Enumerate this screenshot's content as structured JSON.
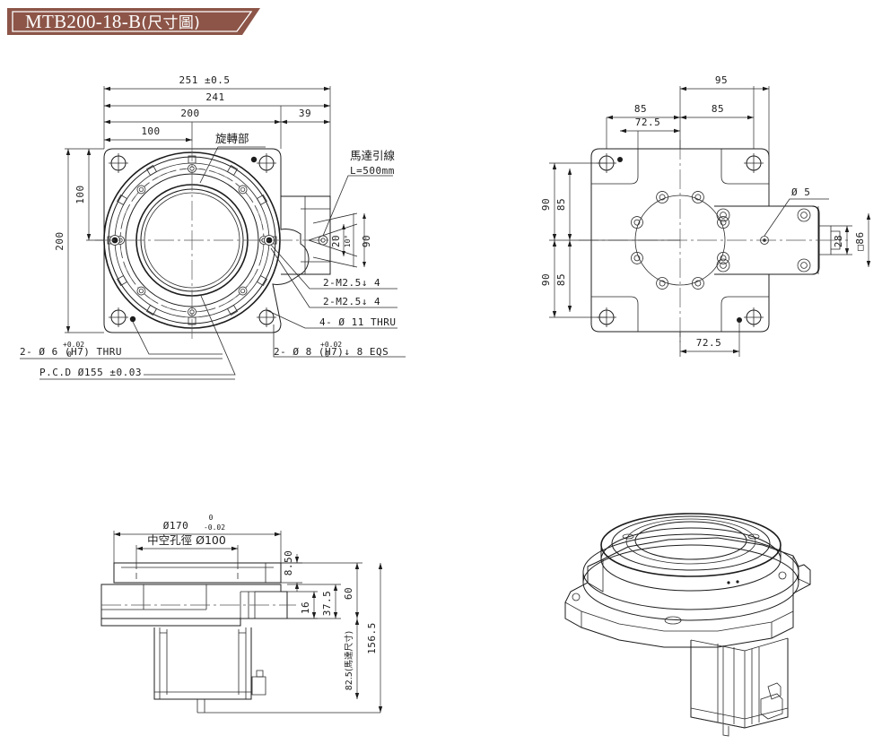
{
  "title": {
    "model": "MTB200-18-B",
    "suffix": "(尺寸圖)",
    "full": "MTB200-18-B(尺寸圖)",
    "banner_color": "#8c5548",
    "text_color": "#ffffff"
  },
  "views": {
    "top": {
      "name": "top-plan-view",
      "dimensions": {
        "overall_width_tol": "251 ±0.5",
        "width_241": "241",
        "width_200": "200",
        "width_100": "100",
        "width_39": "39",
        "height_200": "200",
        "height_100": "100",
        "motor_offset_20": "20",
        "motor_angle": "10°",
        "motor_height_90": "90"
      },
      "labels": {
        "rotating_part": "旋轉部",
        "motor_lead": "馬達引線",
        "motor_lead_len": "L=500mm"
      },
      "callouts": [
        "2-M2.5↓ 4",
        "2-M2.5↓ 4",
        "4- Ø 11  THRU",
        "2- Ø 8  (H7)↓ 8 EQS",
        "2- Ø 6  (H7)  THRU",
        "P.C.D Ø155 ±0.03"
      ],
      "tolerances": {
        "hole8_upper": "+0.02",
        "hole8_lower": "0",
        "hole6_upper": "+0.02",
        "hole6_lower": "0"
      }
    },
    "bottom": {
      "name": "bottom-view",
      "dimensions": {
        "width_95": "95",
        "width_85_left": "85",
        "width_85_right": "85",
        "width_72_5_top": "72.5",
        "width_72_5_bottom": "72.5",
        "height_90_top": "90",
        "height_85_top": "85",
        "height_90_bottom": "90",
        "height_85_bottom": "85",
        "motor_28": "28",
        "motor_square": "□86"
      },
      "callouts": [
        "Ø 5"
      ]
    },
    "side": {
      "name": "side-elevation-view",
      "dimensions": {
        "outer_dia": "Ø170",
        "outer_dia_tol_upper": "0",
        "outer_dia_tol_lower": "-0.02",
        "bore_label": "中空孔徑 Ø100",
        "step_8_50": "8.50",
        "dim_16": "16",
        "dim_37_5": "37.5",
        "dim_60": "60",
        "motor_len": "82.5(馬達尺寸)",
        "total_height": "156.5"
      }
    },
    "iso": {
      "name": "isometric-3d-view",
      "description": "3D isometric of rotary table with stepper motor"
    }
  }
}
